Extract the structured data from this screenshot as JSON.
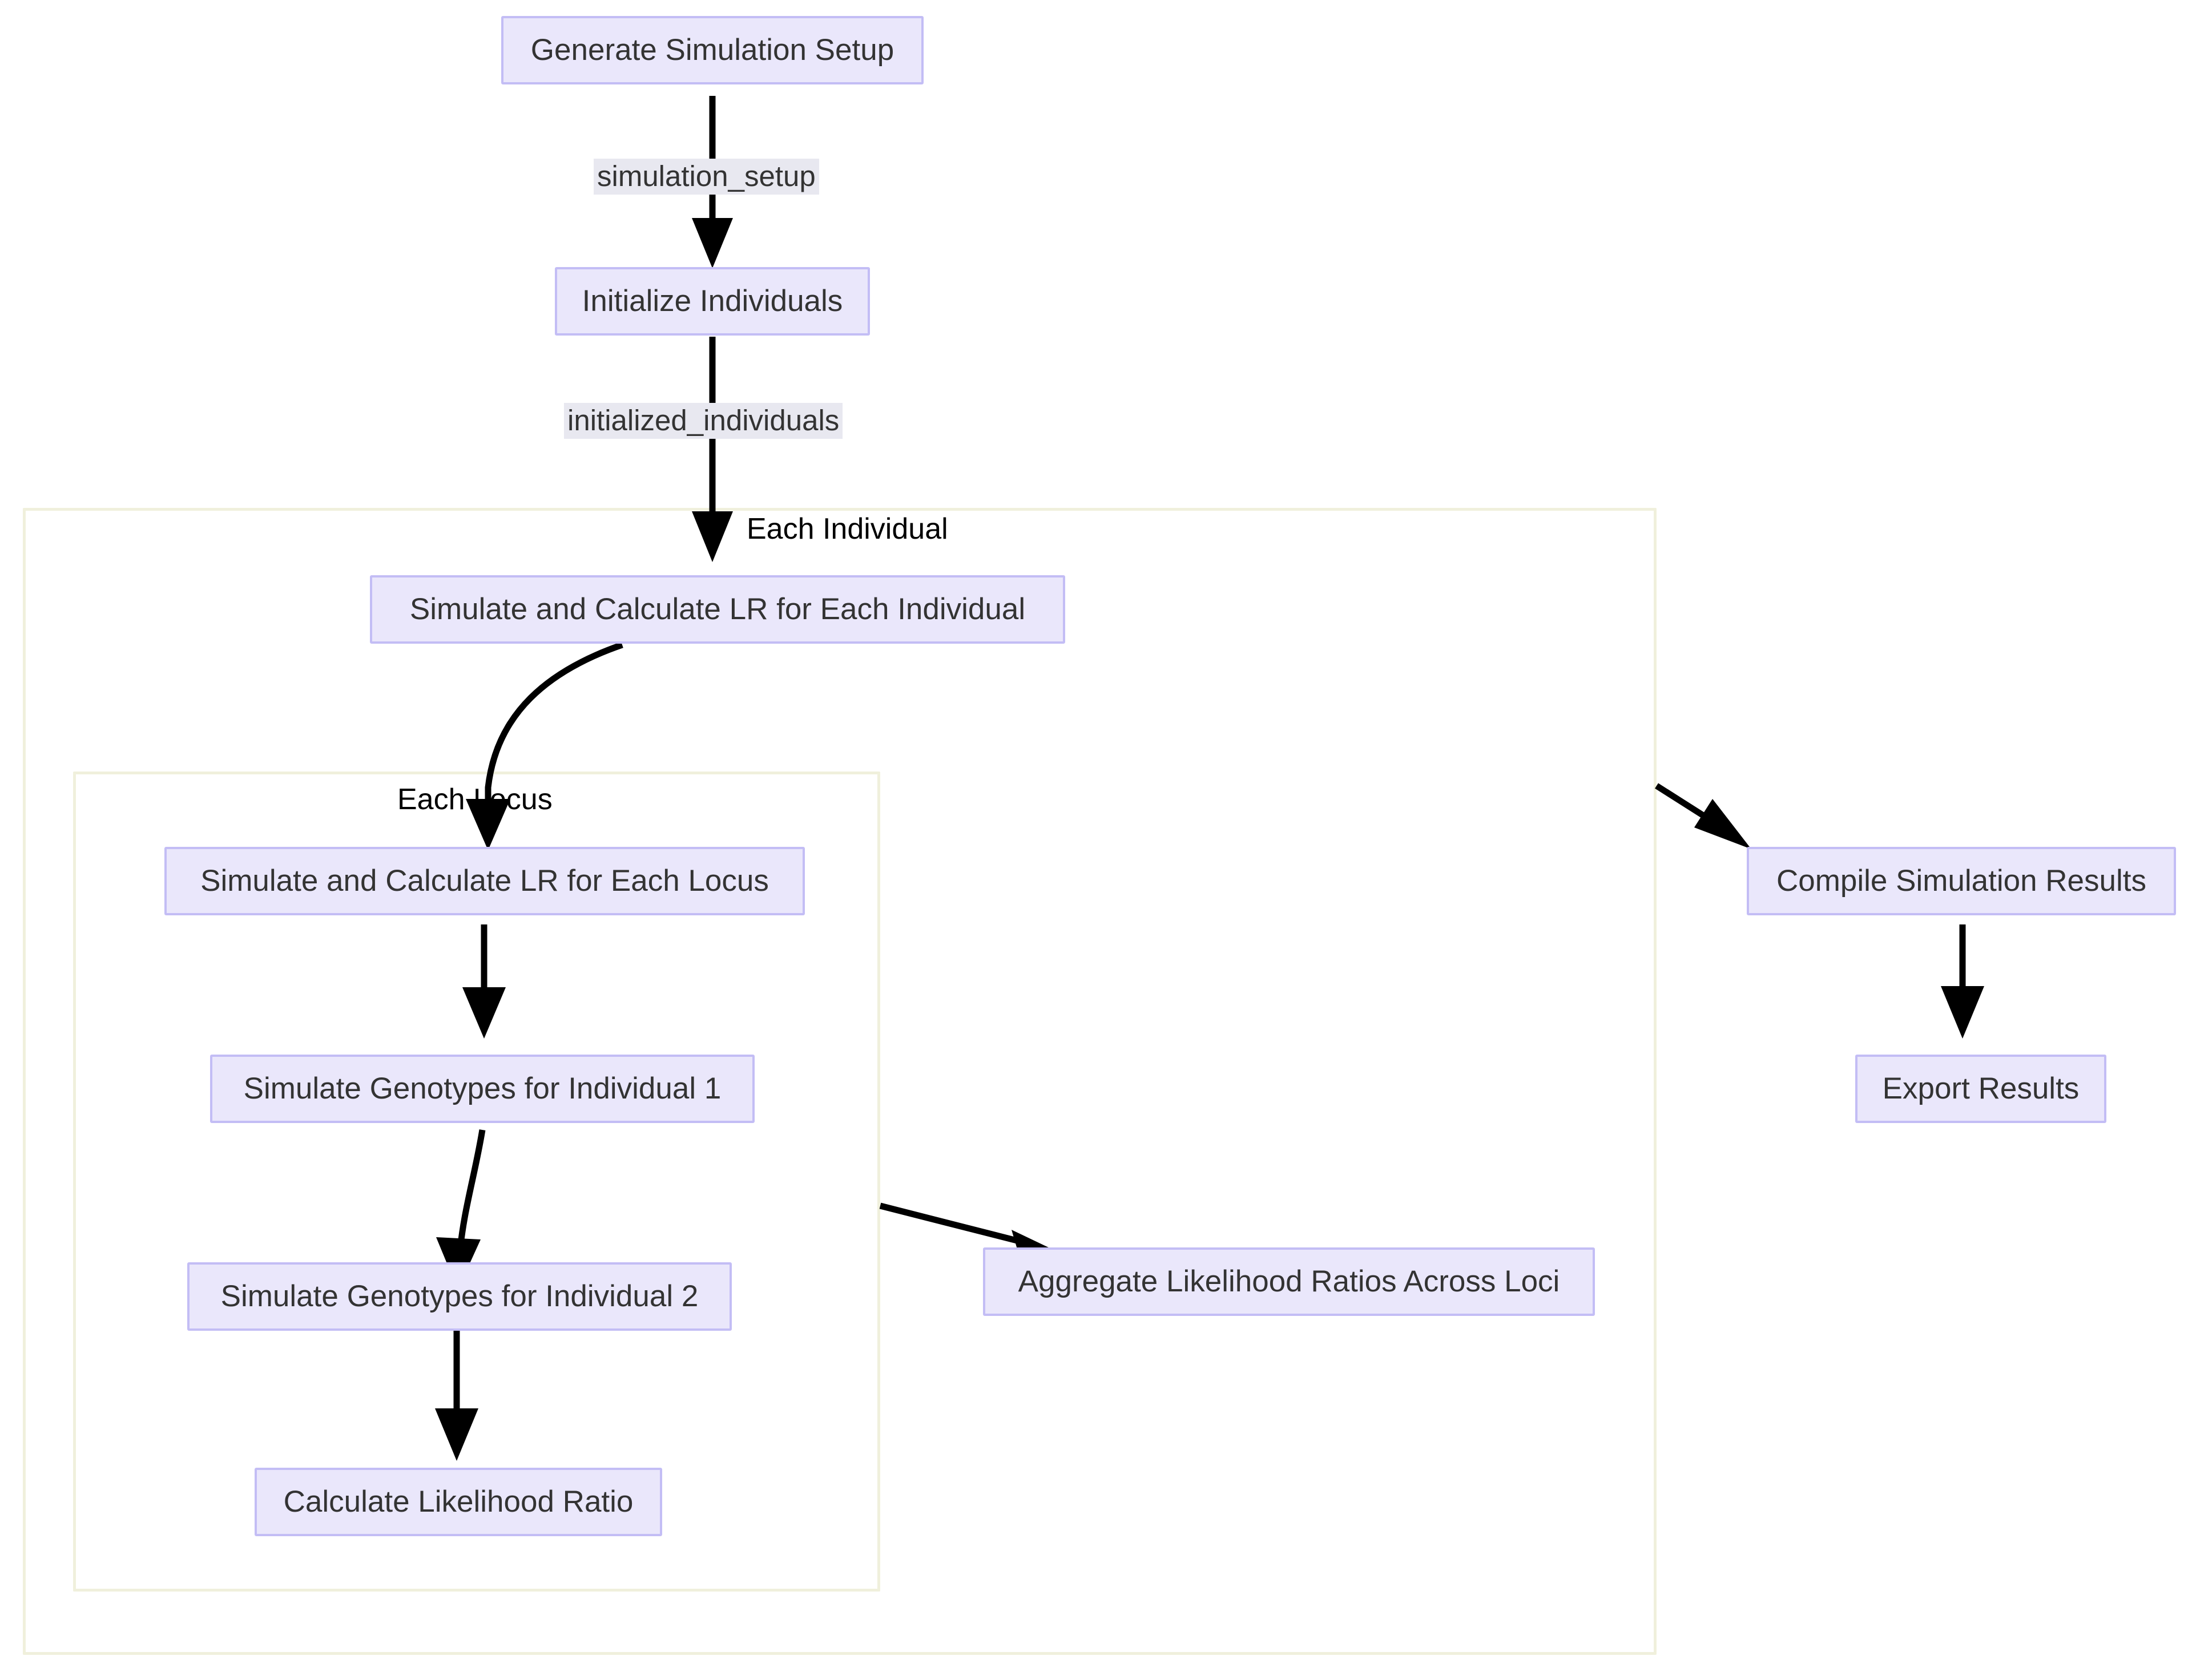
{
  "diagram": {
    "type": "flowchart",
    "direction": "top-down",
    "title": "",
    "theme": {
      "node_fill": "#eae7fb",
      "node_border": "#c3bdf5",
      "node_text": "#333333",
      "edge_stroke": "#000000",
      "edge_label_bg": "#e8e8f0",
      "subgraph_border": "#f0f0dc",
      "background": "#ffffff"
    },
    "nodes": [
      {
        "id": "generate_simulation_setup",
        "label": "Generate Simulation Setup"
      },
      {
        "id": "initialize_individuals",
        "label": "Initialize Individuals"
      },
      {
        "id": "simulate_lr_individual",
        "label": "Simulate and Calculate LR for Each Individual"
      },
      {
        "id": "simulate_lr_locus",
        "label": "Simulate and Calculate LR for Each Locus"
      },
      {
        "id": "simulate_genotypes_1",
        "label": "Simulate Genotypes for Individual 1"
      },
      {
        "id": "simulate_genotypes_2",
        "label": "Simulate Genotypes for Individual 2"
      },
      {
        "id": "calculate_likelihood_ratio",
        "label": "Calculate Likelihood Ratio"
      },
      {
        "id": "aggregate_lr_across_loci",
        "label": "Aggregate Likelihood Ratios Across Loci"
      },
      {
        "id": "compile_simulation_results",
        "label": "Compile Simulation Results"
      },
      {
        "id": "export_results",
        "label": "Export Results"
      }
    ],
    "subgraphs": [
      {
        "id": "each_individual_cluster",
        "label": "Each Individual"
      },
      {
        "id": "each_locus_cluster",
        "label": "Each Locus"
      }
    ],
    "edges": [
      {
        "from": "generate_simulation_setup",
        "to": "initialize_individuals",
        "label": "simulation_setup"
      },
      {
        "from": "initialize_individuals",
        "to": "simulate_lr_individual",
        "label": "initialized_individuals"
      },
      {
        "from": "simulate_lr_individual",
        "to": "simulate_lr_locus",
        "label": ""
      },
      {
        "from": "simulate_lr_locus",
        "to": "simulate_genotypes_1",
        "label": ""
      },
      {
        "from": "simulate_genotypes_1",
        "to": "simulate_genotypes_2",
        "label": ""
      },
      {
        "from": "simulate_genotypes_2",
        "to": "calculate_likelihood_ratio",
        "label": ""
      },
      {
        "from": "each_locus_cluster",
        "to": "aggregate_lr_across_loci",
        "label": ""
      },
      {
        "from": "each_individual_cluster",
        "to": "compile_simulation_results",
        "label": ""
      },
      {
        "from": "compile_simulation_results",
        "to": "export_results",
        "label": ""
      }
    ],
    "edge_labels": {
      "simulation_setup": "simulation_setup",
      "initialized_individuals": "initialized_individuals"
    },
    "cluster_labels": {
      "each_individual": "Each Individual",
      "each_locus": "Each Locus"
    }
  }
}
